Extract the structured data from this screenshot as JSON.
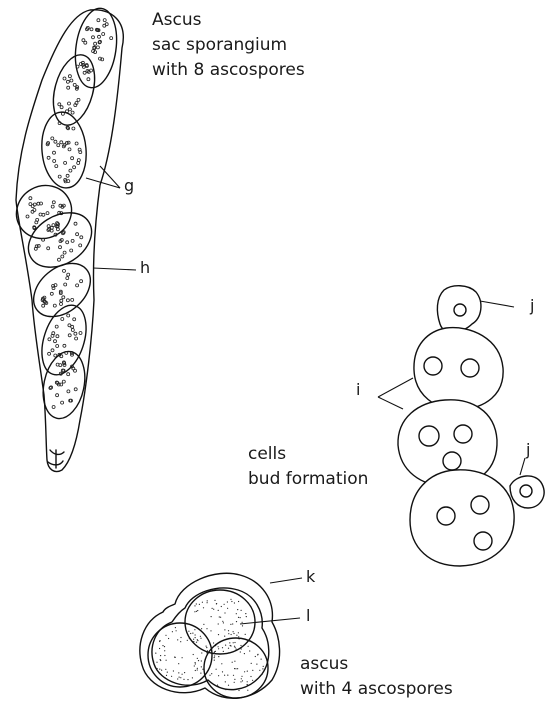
{
  "ascus_label": {
    "line1": "Ascus",
    "line2": "sac sporangium",
    "line3": "with 8 ascospores"
  },
  "cells_label": {
    "line1": "cells",
    "line2": "bud formation"
  },
  "ascus4_label": {
    "line1": "ascus",
    "line2": "with 4 ascospores"
  },
  "letters": {
    "g": "g",
    "h": "h",
    "i": "i",
    "j_top": "j",
    "j_bottom": "j",
    "k": "k",
    "l": "l"
  }
}
